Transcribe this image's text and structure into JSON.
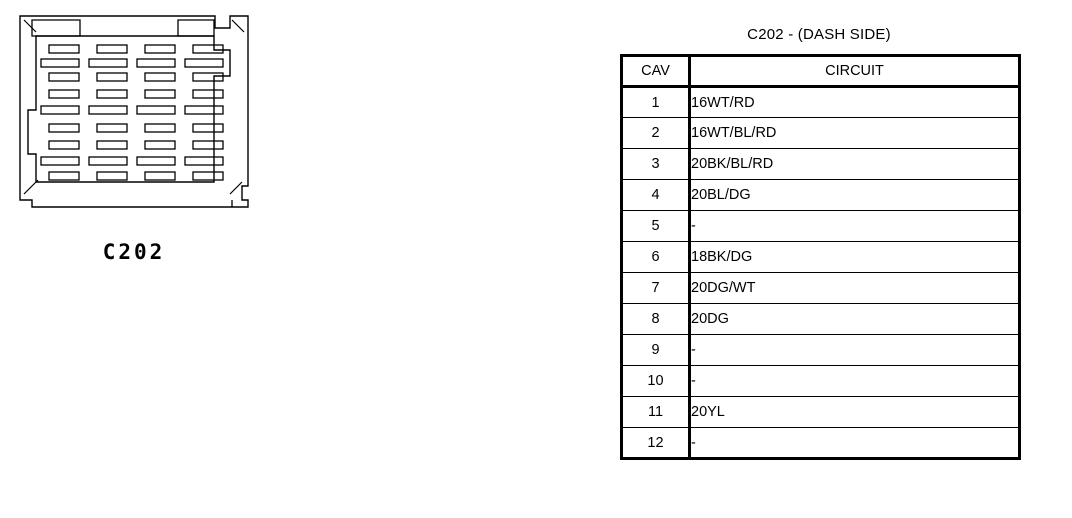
{
  "connector": {
    "label": "C202",
    "icon_name": "connector-face-diagram",
    "grid": {
      "columns": 4,
      "rows": 9,
      "wide_rows": [
        2,
        5,
        8
      ]
    }
  },
  "table": {
    "title": "C202  -  (DASH SIDE)",
    "columns": [
      "CAV",
      "CIRCUIT"
    ],
    "rows": [
      {
        "cav": "1",
        "circuit": "16WT/RD"
      },
      {
        "cav": "2",
        "circuit": "16WT/BL/RD"
      },
      {
        "cav": "3",
        "circuit": "20BK/BL/RD"
      },
      {
        "cav": "4",
        "circuit": "20BL/DG"
      },
      {
        "cav": "5",
        "circuit": "-"
      },
      {
        "cav": "6",
        "circuit": "18BK/DG"
      },
      {
        "cav": "7",
        "circuit": "20DG/WT"
      },
      {
        "cav": "8",
        "circuit": "20DG"
      },
      {
        "cav": "9",
        "circuit": "-"
      },
      {
        "cav": "10",
        "circuit": "-"
      },
      {
        "cav": "11",
        "circuit": "20YL"
      },
      {
        "cav": "12",
        "circuit": "-"
      }
    ]
  },
  "colors": {
    "ink": "#000000",
    "background": "#ffffff"
  }
}
